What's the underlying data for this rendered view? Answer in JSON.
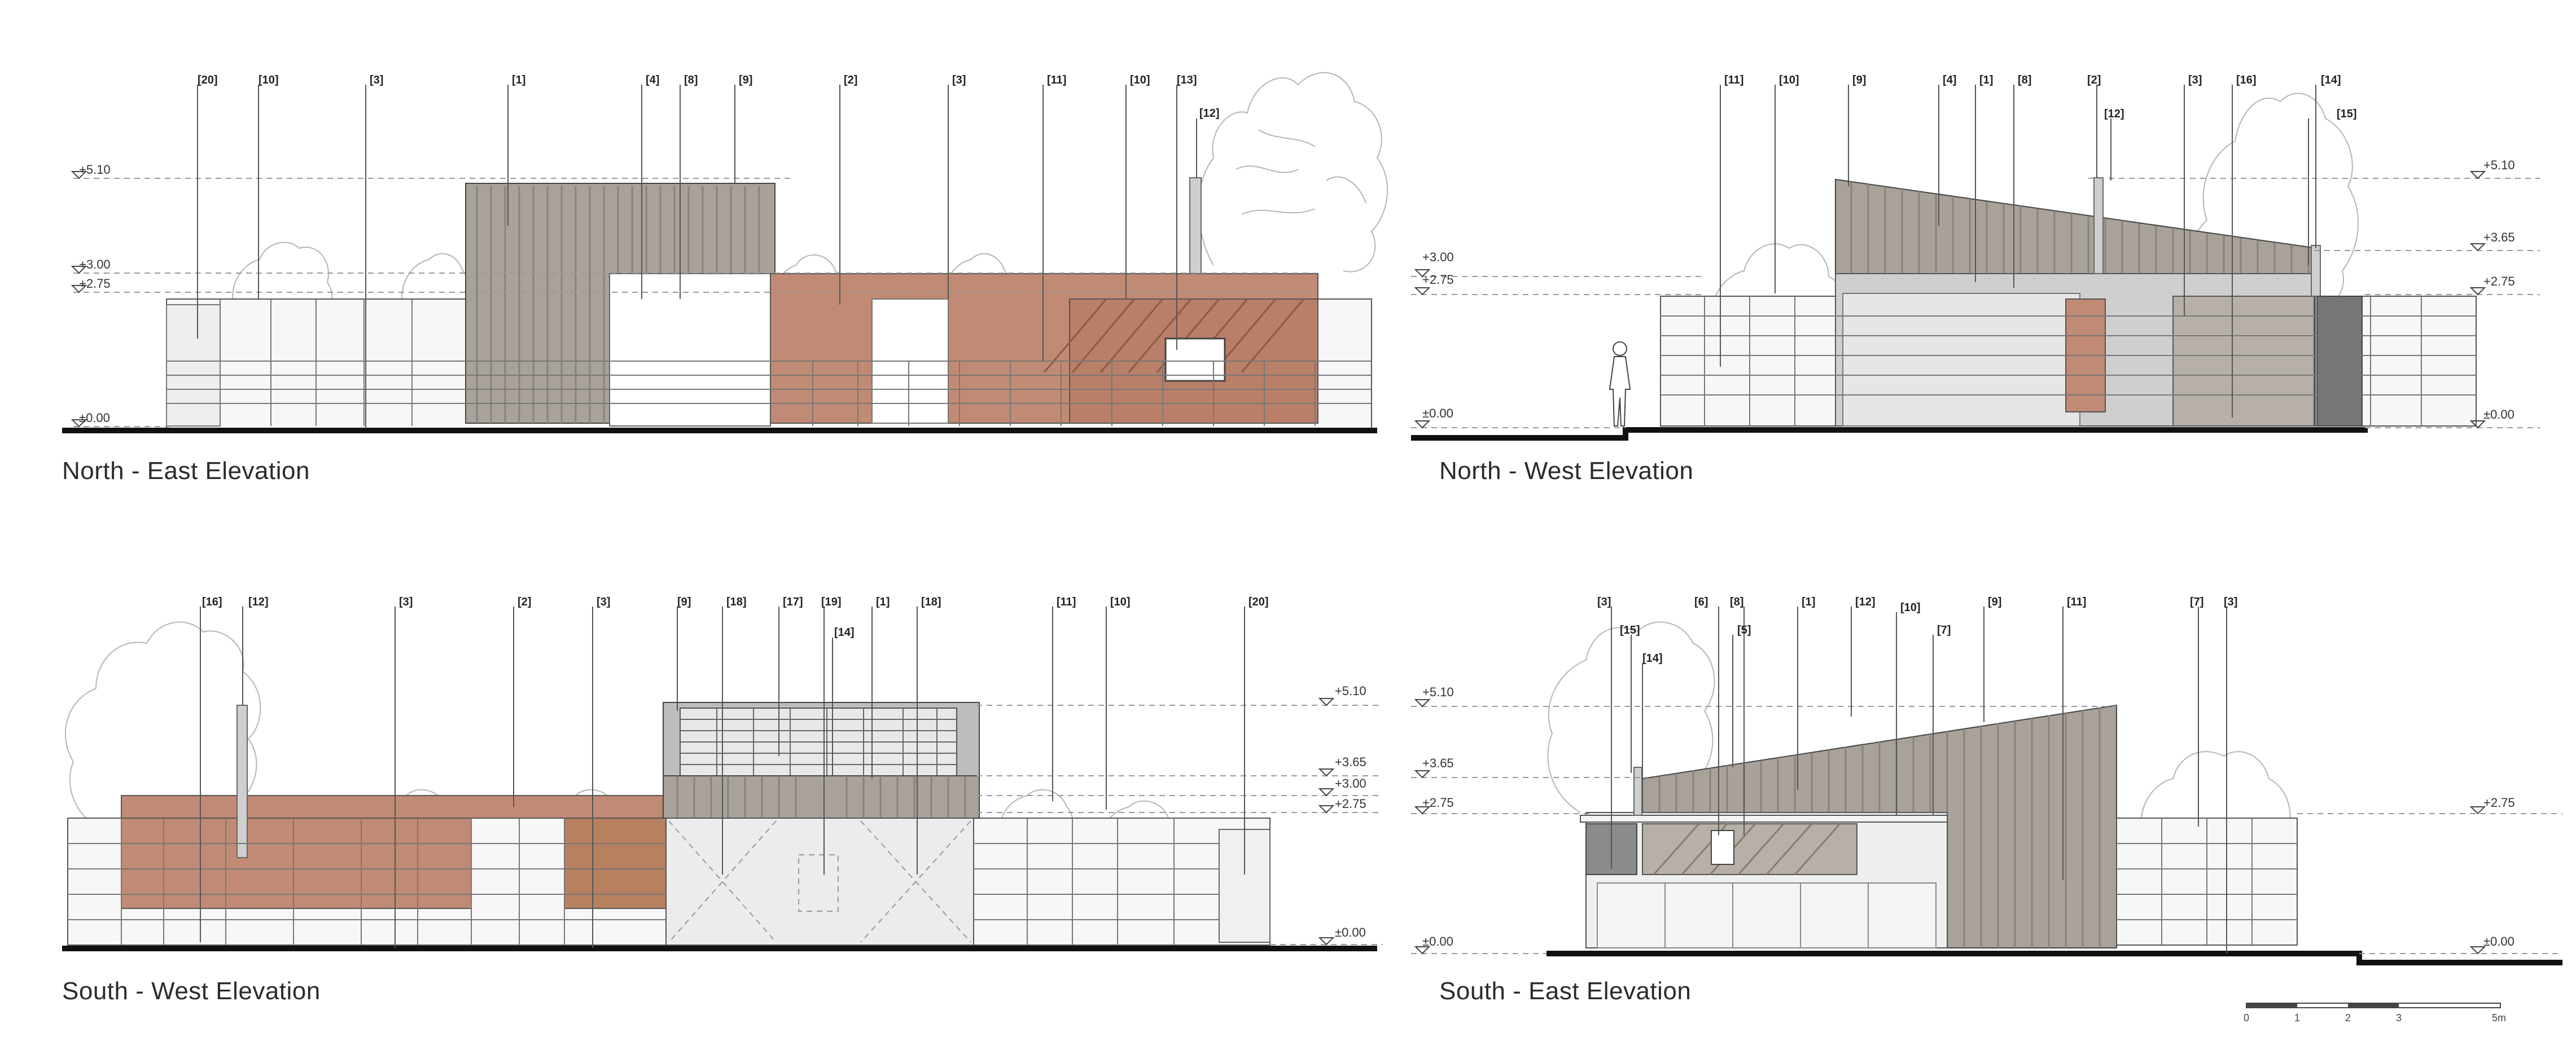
{
  "sheet": {
    "colors": {
      "wood": "#c08a74",
      "timber_grey": "#a9a29a",
      "line": "#555555",
      "ground": "#111111",
      "glass": "#f2f2f2",
      "tree": "#b5b5b5"
    }
  },
  "elevations": [
    {
      "id": "ne",
      "title": "North - East Elevation",
      "tags": [
        "[20]",
        "[10]",
        "[3]",
        "[1]",
        "[4]",
        "[8]",
        "[9]",
        "[2]",
        "[3]",
        "[11]",
        "[10]",
        "[13]",
        "[12]"
      ],
      "levels": [
        "+5.10",
        "+3.00",
        "+2.75",
        "±0.00"
      ]
    },
    {
      "id": "nw",
      "title": "North - West Elevation",
      "tags": [
        "[11]",
        "[10]",
        "[9]",
        "[4]",
        "[1]",
        "[8]",
        "[2]",
        "[12]",
        "[3]",
        "[16]",
        "[14]",
        "[15]"
      ],
      "levels_left": [
        "+3.00",
        "+2.75",
        "±0.00"
      ],
      "levels_right": [
        "+5.10",
        "+3.65",
        "+2.75",
        "±0.00"
      ]
    },
    {
      "id": "sw",
      "title": "South - West Elevation",
      "tags": [
        "[16]",
        "[12]",
        "[3]",
        "[2]",
        "[3]",
        "[9]",
        "[18]",
        "[17]",
        "[19]",
        "[14]",
        "[1]",
        "[18]",
        "[11]",
        "[10]",
        "[20]"
      ],
      "levels": [
        "+5.10",
        "+3.65",
        "+3.00",
        "+2.75",
        "±0.00"
      ]
    },
    {
      "id": "se",
      "title": "South - East Elevation",
      "tags": [
        "[3]",
        "[15]",
        "[14]",
        "[6]",
        "[8]",
        "[5]",
        "[1]",
        "[12]",
        "[10]",
        "[7]",
        "[9]",
        "[11]",
        "[7]",
        "[3]"
      ],
      "levels_left": [
        "+5.10",
        "+3.65",
        "+2.75",
        "±0.00"
      ],
      "levels_right": [
        "+2.75",
        "±0.00"
      ]
    }
  ],
  "scale_bar": {
    "labels": [
      "0",
      "1",
      "2",
      "3",
      "5m"
    ]
  }
}
